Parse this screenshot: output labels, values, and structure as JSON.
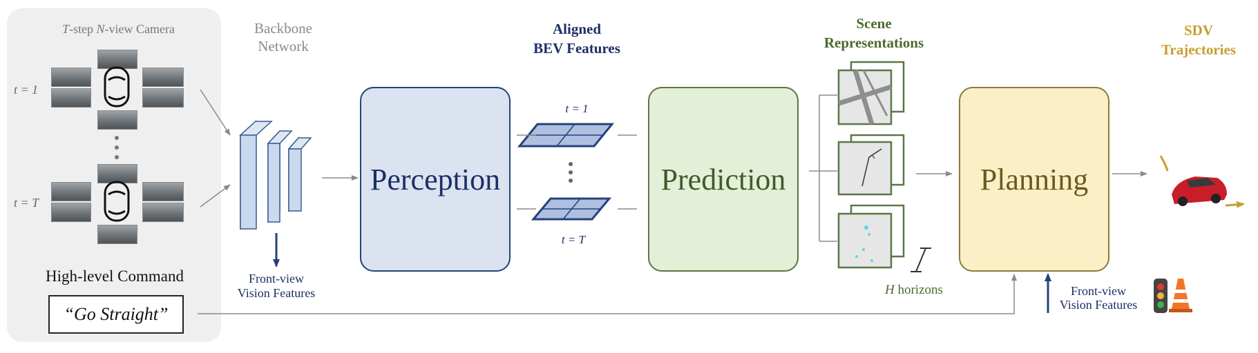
{
  "camera": {
    "title_italic_t": "T",
    "title_mid": "-step ",
    "title_italic_n": "N",
    "title_end": "-view Camera",
    "row1_label": "t = 1",
    "rowT_label": "t = T"
  },
  "command": {
    "heading": "High-level Command",
    "value": "“Go Straight”"
  },
  "backbone": {
    "label_line1": "Backbone",
    "label_line2": "Network",
    "output_line1": "Front-view",
    "output_line2": "Vision Features"
  },
  "bev": {
    "title_line1": "Aligned",
    "title_line2": "BEV Features",
    "top_label": "t = 1",
    "bottom_label": "t = T"
  },
  "blocks": {
    "perception": "Perception",
    "prediction": "Prediction",
    "planning": "Planning"
  },
  "scene": {
    "title_line1": "Scene",
    "title_line2": "Representations",
    "horizons_italic": "H",
    "horizons_rest": " horizons"
  },
  "planning_input": {
    "line1": "Front-view",
    "line2": "Vision Features"
  },
  "output": {
    "title_line1": "SDV",
    "title_line2": "Trajectories"
  },
  "colors": {
    "perception_fill": "#dbe3f1",
    "perception_border": "#24427a",
    "perception_text": "#1c2f66",
    "prediction_fill": "#e3efd6",
    "prediction_border": "#5a7744",
    "prediction_text": "#3f5a2c",
    "planning_fill": "#fbefc6",
    "planning_border": "#8a7a3e",
    "planning_text": "#6b5a20",
    "bev_title": "#1c2f66",
    "scene_title": "#4a6a2e",
    "sdv_title": "#c89d2e",
    "backbone_fill": "#c9d9ee",
    "arrow_gray": "#8a8a8a"
  }
}
